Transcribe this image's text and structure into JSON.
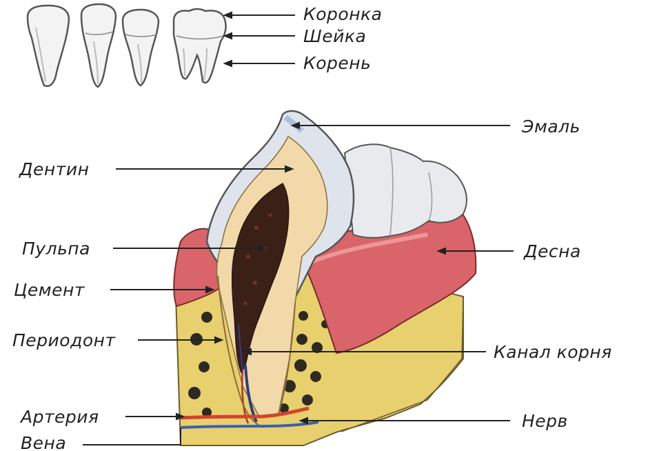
{
  "labels": {
    "crown": "Коронка",
    "neck": "Шейка",
    "root": "Корень",
    "enamel": "Эмаль",
    "dentin": "Дентин",
    "pulp": "Пульпа",
    "gum": "Десна",
    "cement": "Цемент",
    "periodont": "Периодонт",
    "root_canal": "Канал корня",
    "artery": "Артерия",
    "nerve": "Нерв",
    "vein": "Вена"
  },
  "colors": {
    "enamel": "#dfe4ec",
    "dentin": "#f1d9aa",
    "pulp": "#3b2018",
    "gum": "#d9646a",
    "bone": "#e8d06e",
    "artery": "#d0452c",
    "vein": "#3d5fae",
    "leader_line": "#222222"
  }
}
